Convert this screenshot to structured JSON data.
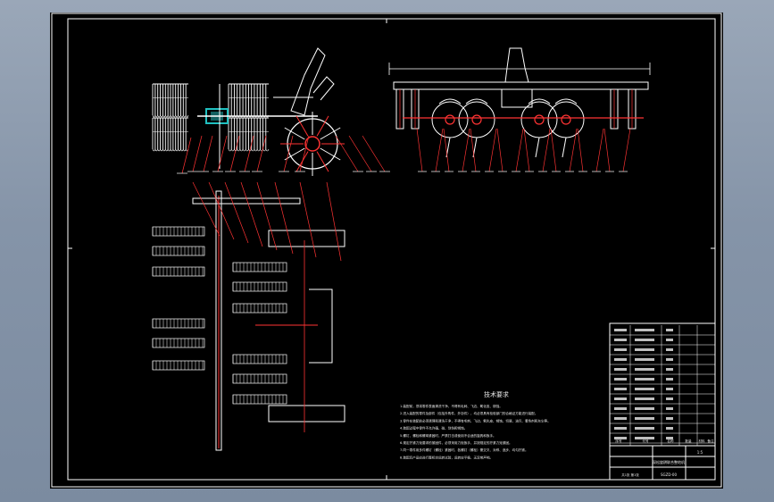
{
  "notes": {
    "heading": "技术要求",
    "items": [
      "1.装配前，须将零件表面清洗干净，不得有毛刺、飞边、氧化皮、锈蚀。",
      "2.进入装配的零件及部件（包括外购件、外协件），均必须具有检验部门的合格证方能进行装配。",
      "3.零件在装配前必须清理和清洗干净，不得有毛刺、飞边、氧化皮、锈蚀、切屑、油污、着色剂和灰尘等。",
      "4.装配过程中零件不允许磕、碰、划伤和锈蚀。",
      "5.螺钉、螺栓和螺母紧固时，严禁打击或使用不合适的旋具和扳手。",
      "6.规定拧紧力矩要求的紧固件，必须采用力矩扳手，并按规定的拧紧力矩紧固。",
      "7.同一零件用多件螺钉（螺栓）紧固时，各螺钉（螺栓）需交叉、对称、逐步、均匀拧紧。",
      "8.装配后产品应进行整机空运转试验，运转应平稳、无异常声响。"
    ]
  },
  "title_block": {
    "drawing_name": "深松旋耕联合整地机",
    "drawing_no": "SGZD-00",
    "scale": "1:5",
    "sheet": "共1张 第1张",
    "headers": [
      "序号",
      "代号",
      "名称",
      "数量",
      "材料",
      "备注"
    ]
  },
  "colors": {
    "sheet": "#000000",
    "border": "#ffffff",
    "leader": "#ff2a2a",
    "parts": "#ffffff",
    "highlight": "#20c0c0",
    "hatch": "#ff6666"
  }
}
